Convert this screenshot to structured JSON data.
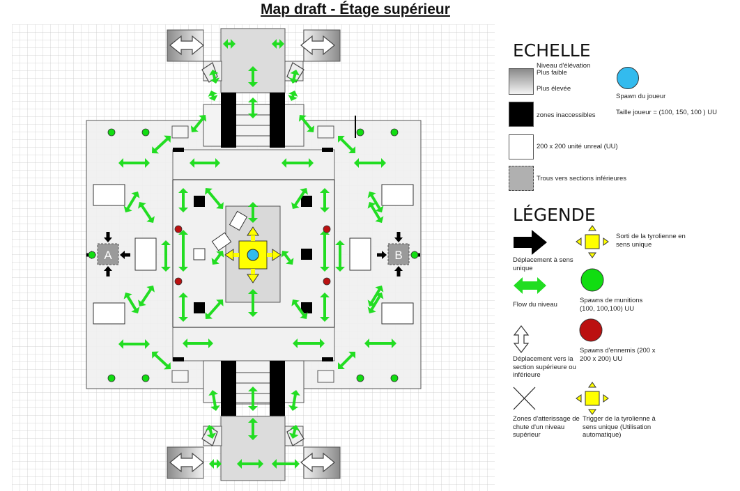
{
  "title": "Map draft - Étage supérieur",
  "echelle": {
    "heading": "ECHELLE",
    "elevation_label": "Niveau d'élévation",
    "lowest_label": "Plus faible",
    "highest_label": "Plus élevée",
    "inaccessible_label": "zones inaccessibles",
    "cell_label": "200 x 200 unité unreal (UU)",
    "holes_label": "Trous vers sections inférieures",
    "player_spawn_label": "Spawn du joueur",
    "player_size_label": "Taille joueur =  (100, 150, 100 ) UU"
  },
  "legende": {
    "heading": "LÉGENDE",
    "oneway_label": "Déplacement à sens unique",
    "flow_label": "Flow du niveau",
    "updown_label": "Déplacement vers la section supérieure ou inférieure",
    "landing_label": "Zones d'atterissage de chute d'un niveau supérieur",
    "zip_exit_label": "Sorti de la tyrolienne en sens unique",
    "ammo_label": "Spawns de munitions (100, 100,100) UU",
    "enemy_label": "Spawns d'ennemis (200 x 200 x 200) UU",
    "zip_trigger_label": "Trigger de la tyrolienne à sens unique (Utilisation automatique)"
  },
  "map": {
    "hole_a": "A",
    "hole_b": "B"
  },
  "colors": {
    "flow": "#22dd22",
    "ammo": "#11dd11",
    "enemy": "#bb1111",
    "spawn": "#33bbee",
    "zip": "#ffff00",
    "block": "#000000",
    "hole": "#9a9a9a"
  }
}
